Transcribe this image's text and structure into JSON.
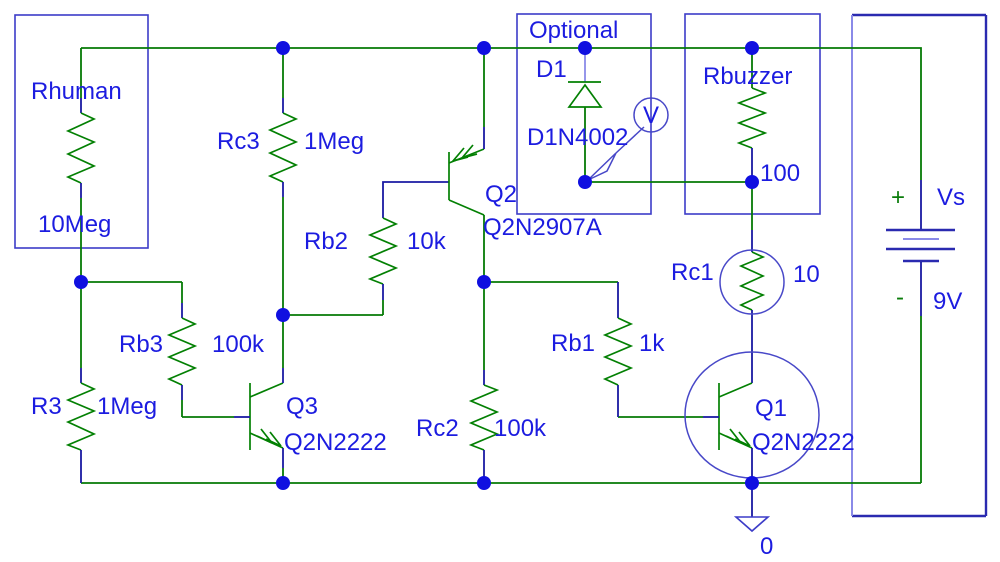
{
  "annotations": {
    "optional_label": "Optional"
  },
  "components": {
    "rhuman": {
      "name": "Rhuman",
      "value": "10Meg"
    },
    "rc3": {
      "name": "Rc3",
      "value": "1Meg"
    },
    "rb3": {
      "name": "Rb3",
      "value": "100k"
    },
    "r3": {
      "name": "R3",
      "value": "1Meg"
    },
    "rb2": {
      "name": "Rb2",
      "value": "10k"
    },
    "rc2": {
      "name": "Rc2",
      "value": "100k"
    },
    "rb1": {
      "name": "Rb1",
      "value": "1k"
    },
    "rc1": {
      "name": "Rc1",
      "value": "10"
    },
    "rbuzzer": {
      "name": "Rbuzzer",
      "value": "100"
    },
    "q1": {
      "name": "Q1",
      "part": "Q2N2222"
    },
    "q2": {
      "name": "Q2",
      "part": "Q2N2907A"
    },
    "q3": {
      "name": "Q3",
      "part": "Q2N2222"
    },
    "d1": {
      "name": "D1",
      "part": "D1N4002"
    },
    "vs": {
      "name": "Vs",
      "value": "9V",
      "plus": "+",
      "minus": "-"
    },
    "ground": {
      "label": "0"
    },
    "probe": {
      "label": "V"
    }
  },
  "colors": {
    "wire_green": "#057a05",
    "part_green": "#038003",
    "pin_navy": "#1a1aa2",
    "label_blue": "#1c1ce0",
    "outline_blue": "#3c3cc8",
    "junction_blue": "#1010e0",
    "battery_inner_plate": "#8a8ae8",
    "polarity_green": "#0a7c0a"
  }
}
